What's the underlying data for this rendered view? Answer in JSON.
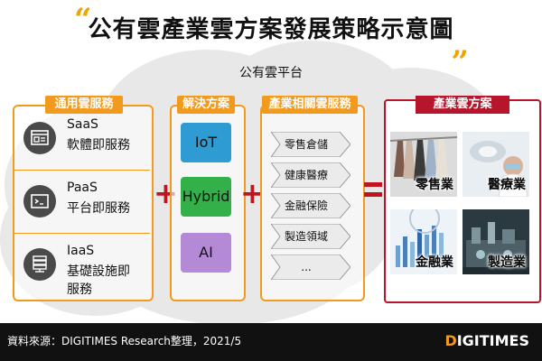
{
  "title": "公有雲產業雲方案發展策略示意圖",
  "cloud_label": "公有雲平台",
  "general_services": {
    "header": "通用雲服務",
    "items": [
      {
        "name": "SaaS",
        "desc": "軟體即服務",
        "icon": "app-window-icon"
      },
      {
        "name": "PaaS",
        "desc": "平台即服務",
        "icon": "terminal-icon"
      },
      {
        "name": "IaaS",
        "desc": "基礎設施即服務",
        "icon": "server-icon"
      }
    ]
  },
  "solutions": {
    "header": "解決方案",
    "items": [
      {
        "label": "IoT",
        "color": "#2f9bd3"
      },
      {
        "label": "Hybrid",
        "color": "#34b04a"
      },
      {
        "label": "AI",
        "color": "#b48ad6"
      }
    ]
  },
  "industry_services": {
    "header": "產業相關雲服務",
    "items": [
      "零售倉儲",
      "健康醫療",
      "金融保險",
      "製造領域",
      "..."
    ]
  },
  "industry_cloud": {
    "header": "產業雲方案",
    "tiles": [
      "零售業",
      "醫療業",
      "金融業",
      "製造業"
    ]
  },
  "footer": {
    "source": "資料來源：DIGITIMES Research整理，2021/5",
    "brand_d": "D",
    "brand_rest": "IGITIMES"
  },
  "colors": {
    "accent_orange": "#f29a1d",
    "accent_red": "#b7152b",
    "plus_red": "#c0141e"
  }
}
